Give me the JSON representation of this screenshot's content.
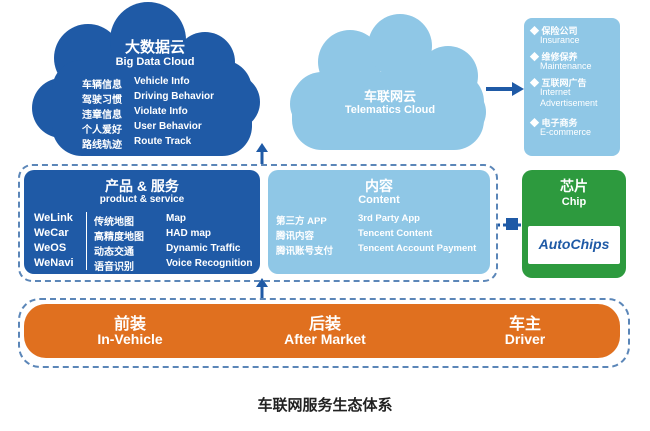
{
  "big_data_cloud": {
    "title_zh": "大数据云",
    "title_en": "Big Data Cloud",
    "items": [
      {
        "zh": "车辆信息",
        "en": "Vehicle Info"
      },
      {
        "zh": "驾驶习惯",
        "en": "Driving Behavior"
      },
      {
        "zh": "违章信息",
        "en": "Violate Info"
      },
      {
        "zh": "个人爱好",
        "en": "User Behavior"
      },
      {
        "zh": "路线轨迹",
        "en": "Route Track"
      }
    ]
  },
  "telematics_cloud": {
    "title_zh": "车联网云",
    "title_en": "Telematics Cloud"
  },
  "services_list": [
    {
      "zh": "保险公司",
      "en": "Insurance"
    },
    {
      "zh": "维修保养",
      "en": "Maintenance"
    },
    {
      "zh": "互联网广告",
      "en": "Internet Advertisement"
    },
    {
      "zh": "电子商务",
      "en": "E-commerce"
    }
  ],
  "product_service": {
    "title_zh": "产品 & 服务",
    "title_en": "product & service",
    "brands": [
      "WeLink",
      "WeCar",
      "WeOS",
      "WeNavi"
    ],
    "features": [
      {
        "zh": "传统地图",
        "en": "Map"
      },
      {
        "zh": "高精度地图",
        "en": "HAD map"
      },
      {
        "zh": "动态交通",
        "en": "Dynamic Traffic"
      },
      {
        "zh": "语音识别",
        "en": "Voice Recognition"
      }
    ]
  },
  "content": {
    "title_zh": "内容",
    "title_en": "Content",
    "items": [
      {
        "zh": "第三方 APP",
        "en": "3rd Party App"
      },
      {
        "zh": "腾讯内容",
        "en": "Tencent Content"
      },
      {
        "zh": "腾讯账号支付",
        "en": "Tencent Account Payment"
      }
    ]
  },
  "chip": {
    "title_zh": "芯片",
    "title_en": "Chip",
    "logo": "AutoChips"
  },
  "channels": [
    {
      "zh": "前装",
      "en": "In-Vehicle"
    },
    {
      "zh": "后装",
      "en": "After Market"
    },
    {
      "zh": "车主",
      "en": "Driver"
    }
  ],
  "caption": "车联网服务生态体系",
  "colors": {
    "dark_blue": "#1f5aa6",
    "light_blue": "#8fc7e6",
    "green": "#2d9a3e",
    "orange": "#e0701f"
  }
}
